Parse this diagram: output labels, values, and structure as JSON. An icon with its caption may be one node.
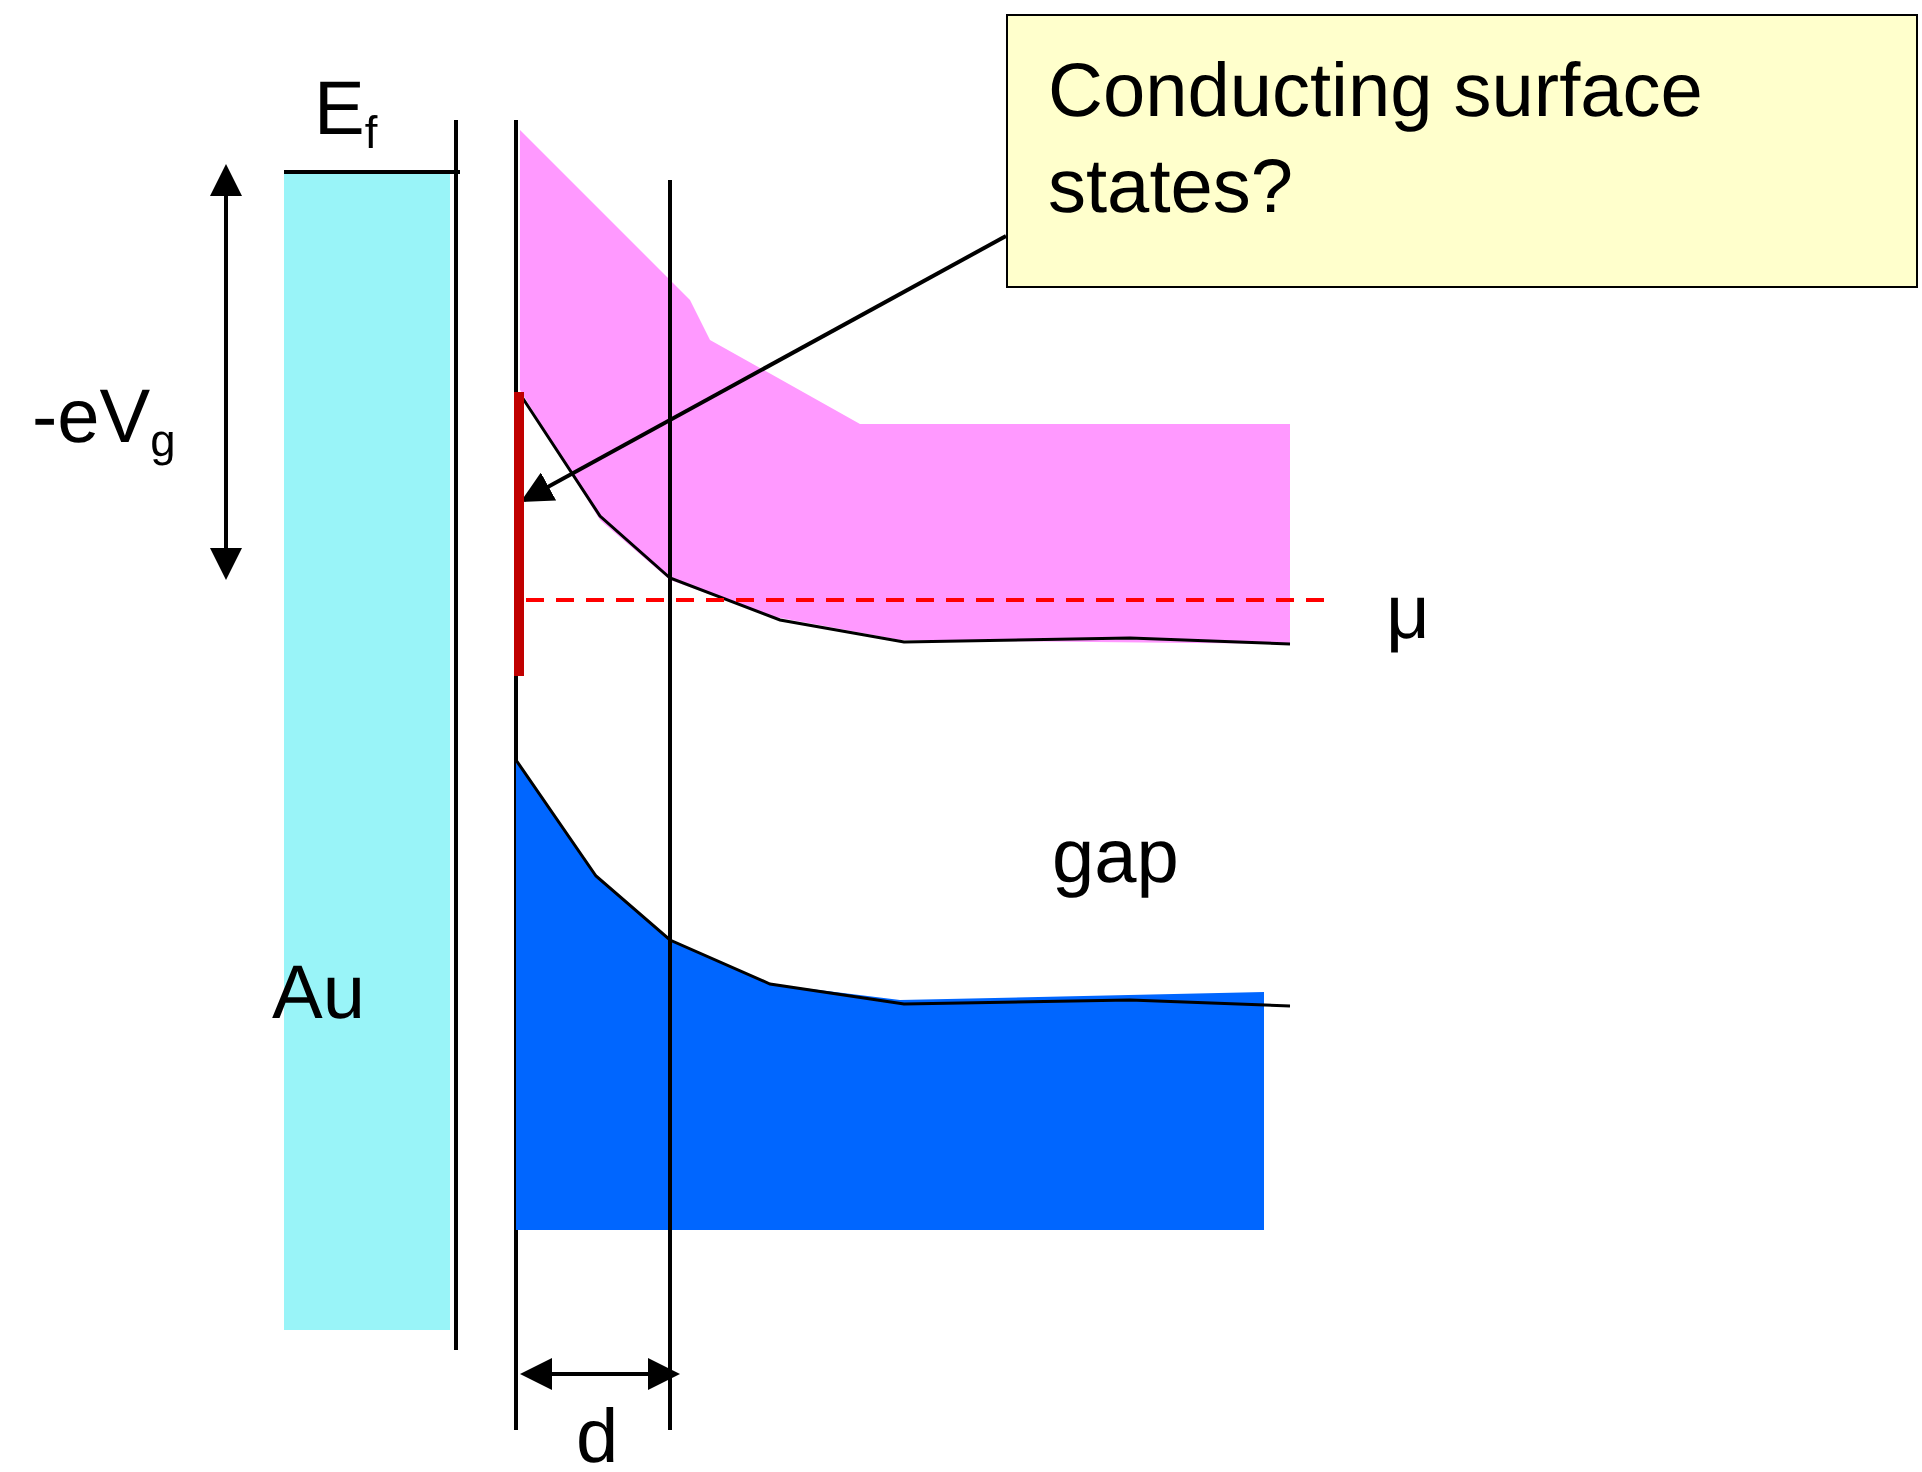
{
  "diagram": {
    "nodes": [
      {
        "text": [
          "Conducting surface states?"
        ]
      },
      {
        "text": [],
        "shape": "bar"
      }
    ],
    "edges": [
      {
        "from": 0,
        "to": 1,
        "arrow": "to"
      }
    ],
    "labels": [
      "E$_{f}$",
      "-eV$_{g}$",
      "μ",
      "gap",
      "Au",
      "d"
    ]
  }
}
